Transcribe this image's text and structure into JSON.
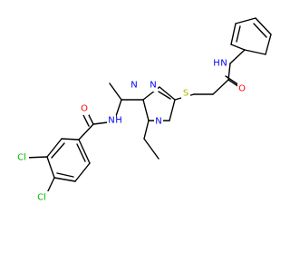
{
  "diagram": {
    "type": "chemical-structure",
    "colors": {
      "bond": "#000000",
      "C": "#000000",
      "N": "#0000ff",
      "O": "#ff0000",
      "S": "#b3b300",
      "Cl": "#00bb00"
    },
    "atoms": [
      {
        "id": "cl1",
        "element": "Cl",
        "label": "Cl"
      },
      {
        "id": "cl2",
        "element": "Cl",
        "label": "Cl"
      },
      {
        "id": "o1",
        "element": "O",
        "label": "O"
      },
      {
        "id": "n_amide1",
        "element": "N",
        "label": "N"
      },
      {
        "id": "h_amide1",
        "element": "H",
        "label": "H"
      },
      {
        "id": "n_ring1",
        "element": "N",
        "label": "N"
      },
      {
        "id": "n_ring2",
        "element": "N",
        "label": "N"
      },
      {
        "id": "n_ring4",
        "element": "N",
        "label": "N"
      },
      {
        "id": "s1",
        "element": "S",
        "label": "S"
      },
      {
        "id": "o2",
        "element": "O",
        "label": "O"
      },
      {
        "id": "n_amide2",
        "element": "N",
        "label": "N"
      },
      {
        "id": "h_amide2",
        "element": "H",
        "label": "H"
      }
    ]
  }
}
